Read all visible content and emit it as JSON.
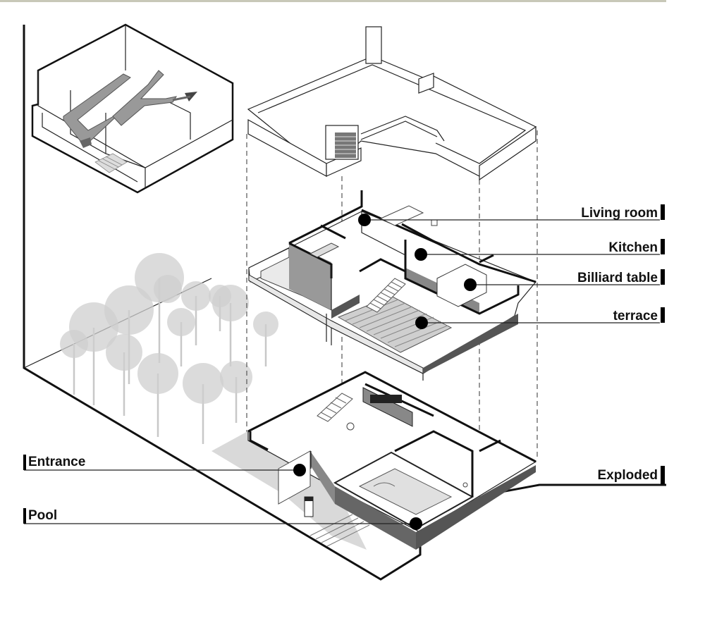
{
  "labels": {
    "living_room": "Living room",
    "kitchen": "Kitchen",
    "billiard_table": "Billiard table",
    "terrace": "terrace",
    "entrance": "Entrance",
    "pool": "Pool",
    "exploded": "Exploded"
  }
}
